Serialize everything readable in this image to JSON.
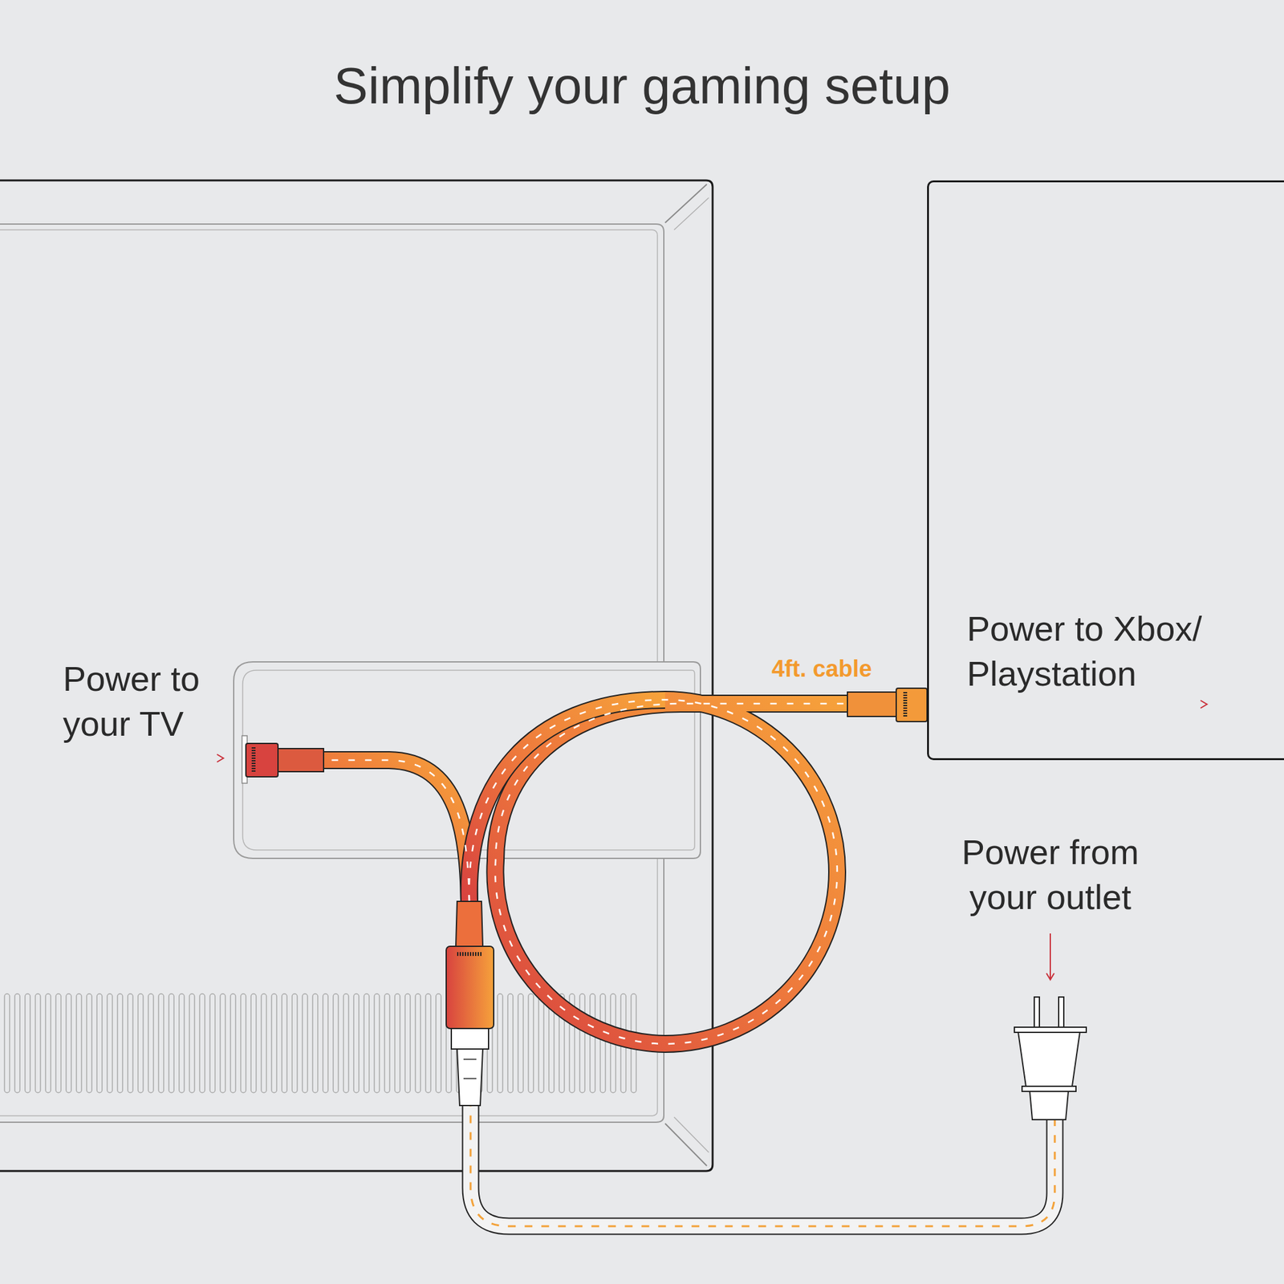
{
  "diagram": {
    "title": "Simplify your gaming setup",
    "nodes": [
      {
        "text": [
          "Power to Xbox/ Playstation"
        ]
      }
    ],
    "labels": [
      "Power to your TV",
      "4ft. cable",
      "Power from your outlet"
    ]
  }
}
